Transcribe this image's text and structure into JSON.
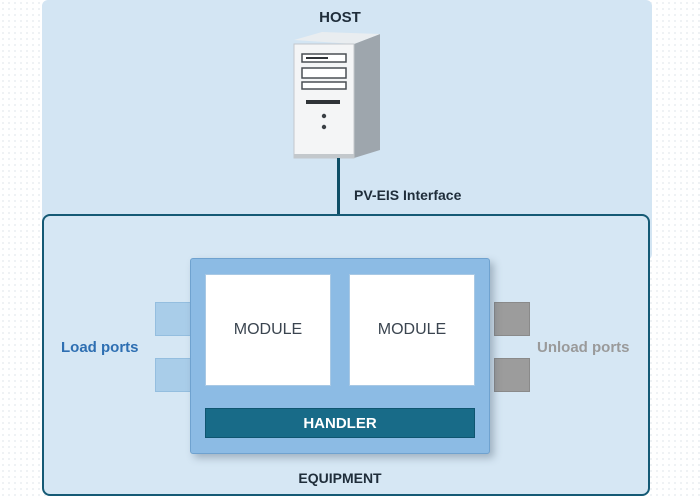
{
  "host": {
    "label": "HOST"
  },
  "interface": {
    "label": "PV-EIS Interface"
  },
  "equipment": {
    "label": "EQUIPMENT",
    "modules": [
      {
        "label": "MODULE"
      },
      {
        "label": "MODULE"
      }
    ],
    "handler_label": "HANDLER",
    "load_ports_label": "Load ports",
    "unload_ports_label": "Unload ports"
  },
  "colors": {
    "host_panel": "#d3e5f3",
    "equipment_panel": "#d6e7f4",
    "equipment_border": "#155a75",
    "tool_body": "#8cbbe4",
    "handler": "#186b88",
    "load_port": "#a9cde9",
    "unload_port": "#9c9c9c",
    "load_label": "#2e6fb2",
    "unload_label": "#9a9a9a"
  },
  "icons": {
    "host": "server-tower-icon"
  }
}
